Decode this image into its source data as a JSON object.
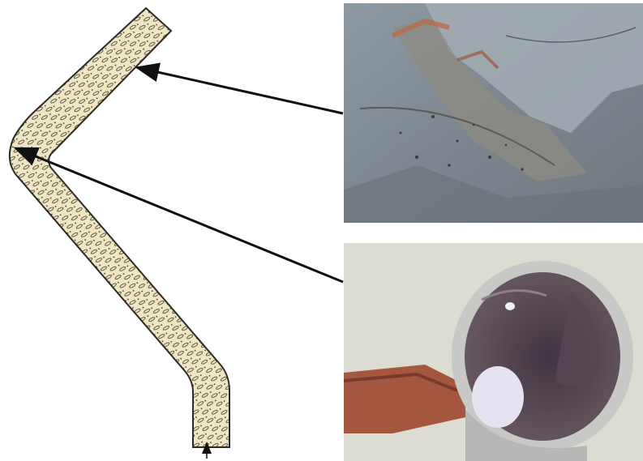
{
  "figure": {
    "diagram": {
      "name": "pipe-bend-cross-section",
      "fill_color": "#f1e6c4",
      "outline_color": "#2b2b2b",
      "pattern": "ellipse-cells"
    },
    "arrows": [
      {
        "name": "arrow-to-outer-wall-photo",
        "from": "photo-top",
        "to": "bend-outer-wall"
      },
      {
        "name": "arrow-to-inner-bend-photo",
        "from": "photo-bottom",
        "to": "bend-inner-corner"
      },
      {
        "name": "flow-direction-arrow",
        "direction": "up"
      }
    ],
    "photos": [
      {
        "name": "photo-corroded-surface",
        "subject": "eroded-pipe-wall-closeup",
        "dominant_color": "#7d8690"
      },
      {
        "name": "photo-pipe-cutaway",
        "subject": "sectioned-copper-fitting",
        "dominant_color": "#5b4a55"
      }
    ]
  }
}
